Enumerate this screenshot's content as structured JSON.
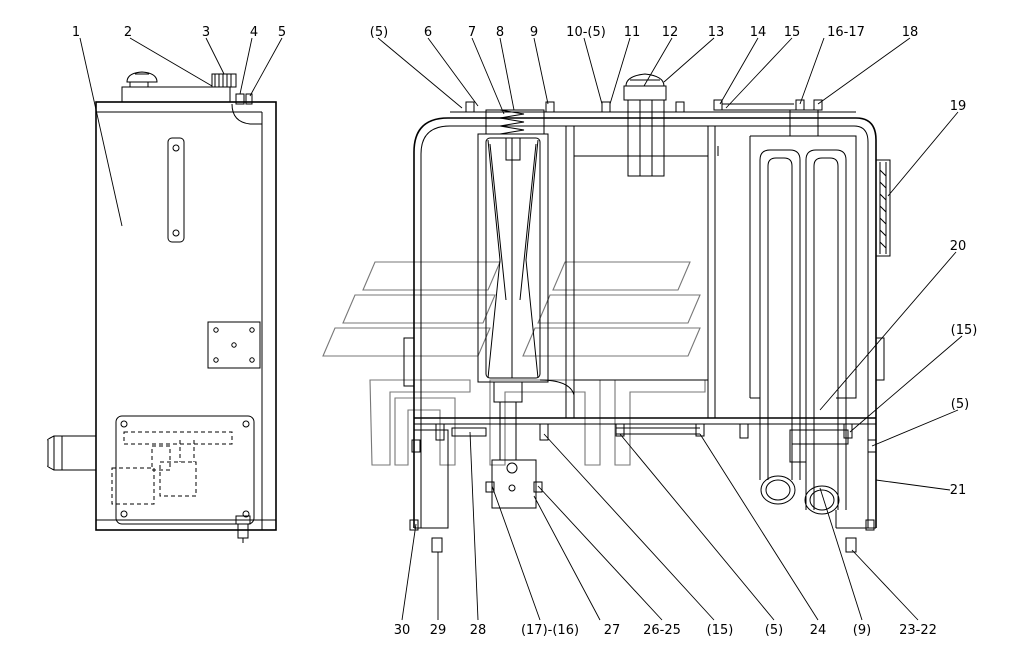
{
  "diagram": {
    "kind": "hydraulic-tank-assembly-drawing",
    "watermark": "brand-logo-watermark",
    "callouts": {
      "top": [
        "1",
        "2",
        "3",
        "4",
        "5",
        "(5)",
        "6",
        "7",
        "8",
        "9",
        "10-(5)",
        "11",
        "12",
        "13",
        "14",
        "15",
        "16-17",
        "18"
      ],
      "right": [
        "19",
        "20",
        "(15)",
        "(5)",
        "21"
      ],
      "bottom": [
        "30",
        "29",
        "28",
        "(17)-(16)",
        "27",
        "26-25",
        "(15)",
        "(5)",
        "24",
        "(9)",
        "23-22"
      ]
    }
  }
}
